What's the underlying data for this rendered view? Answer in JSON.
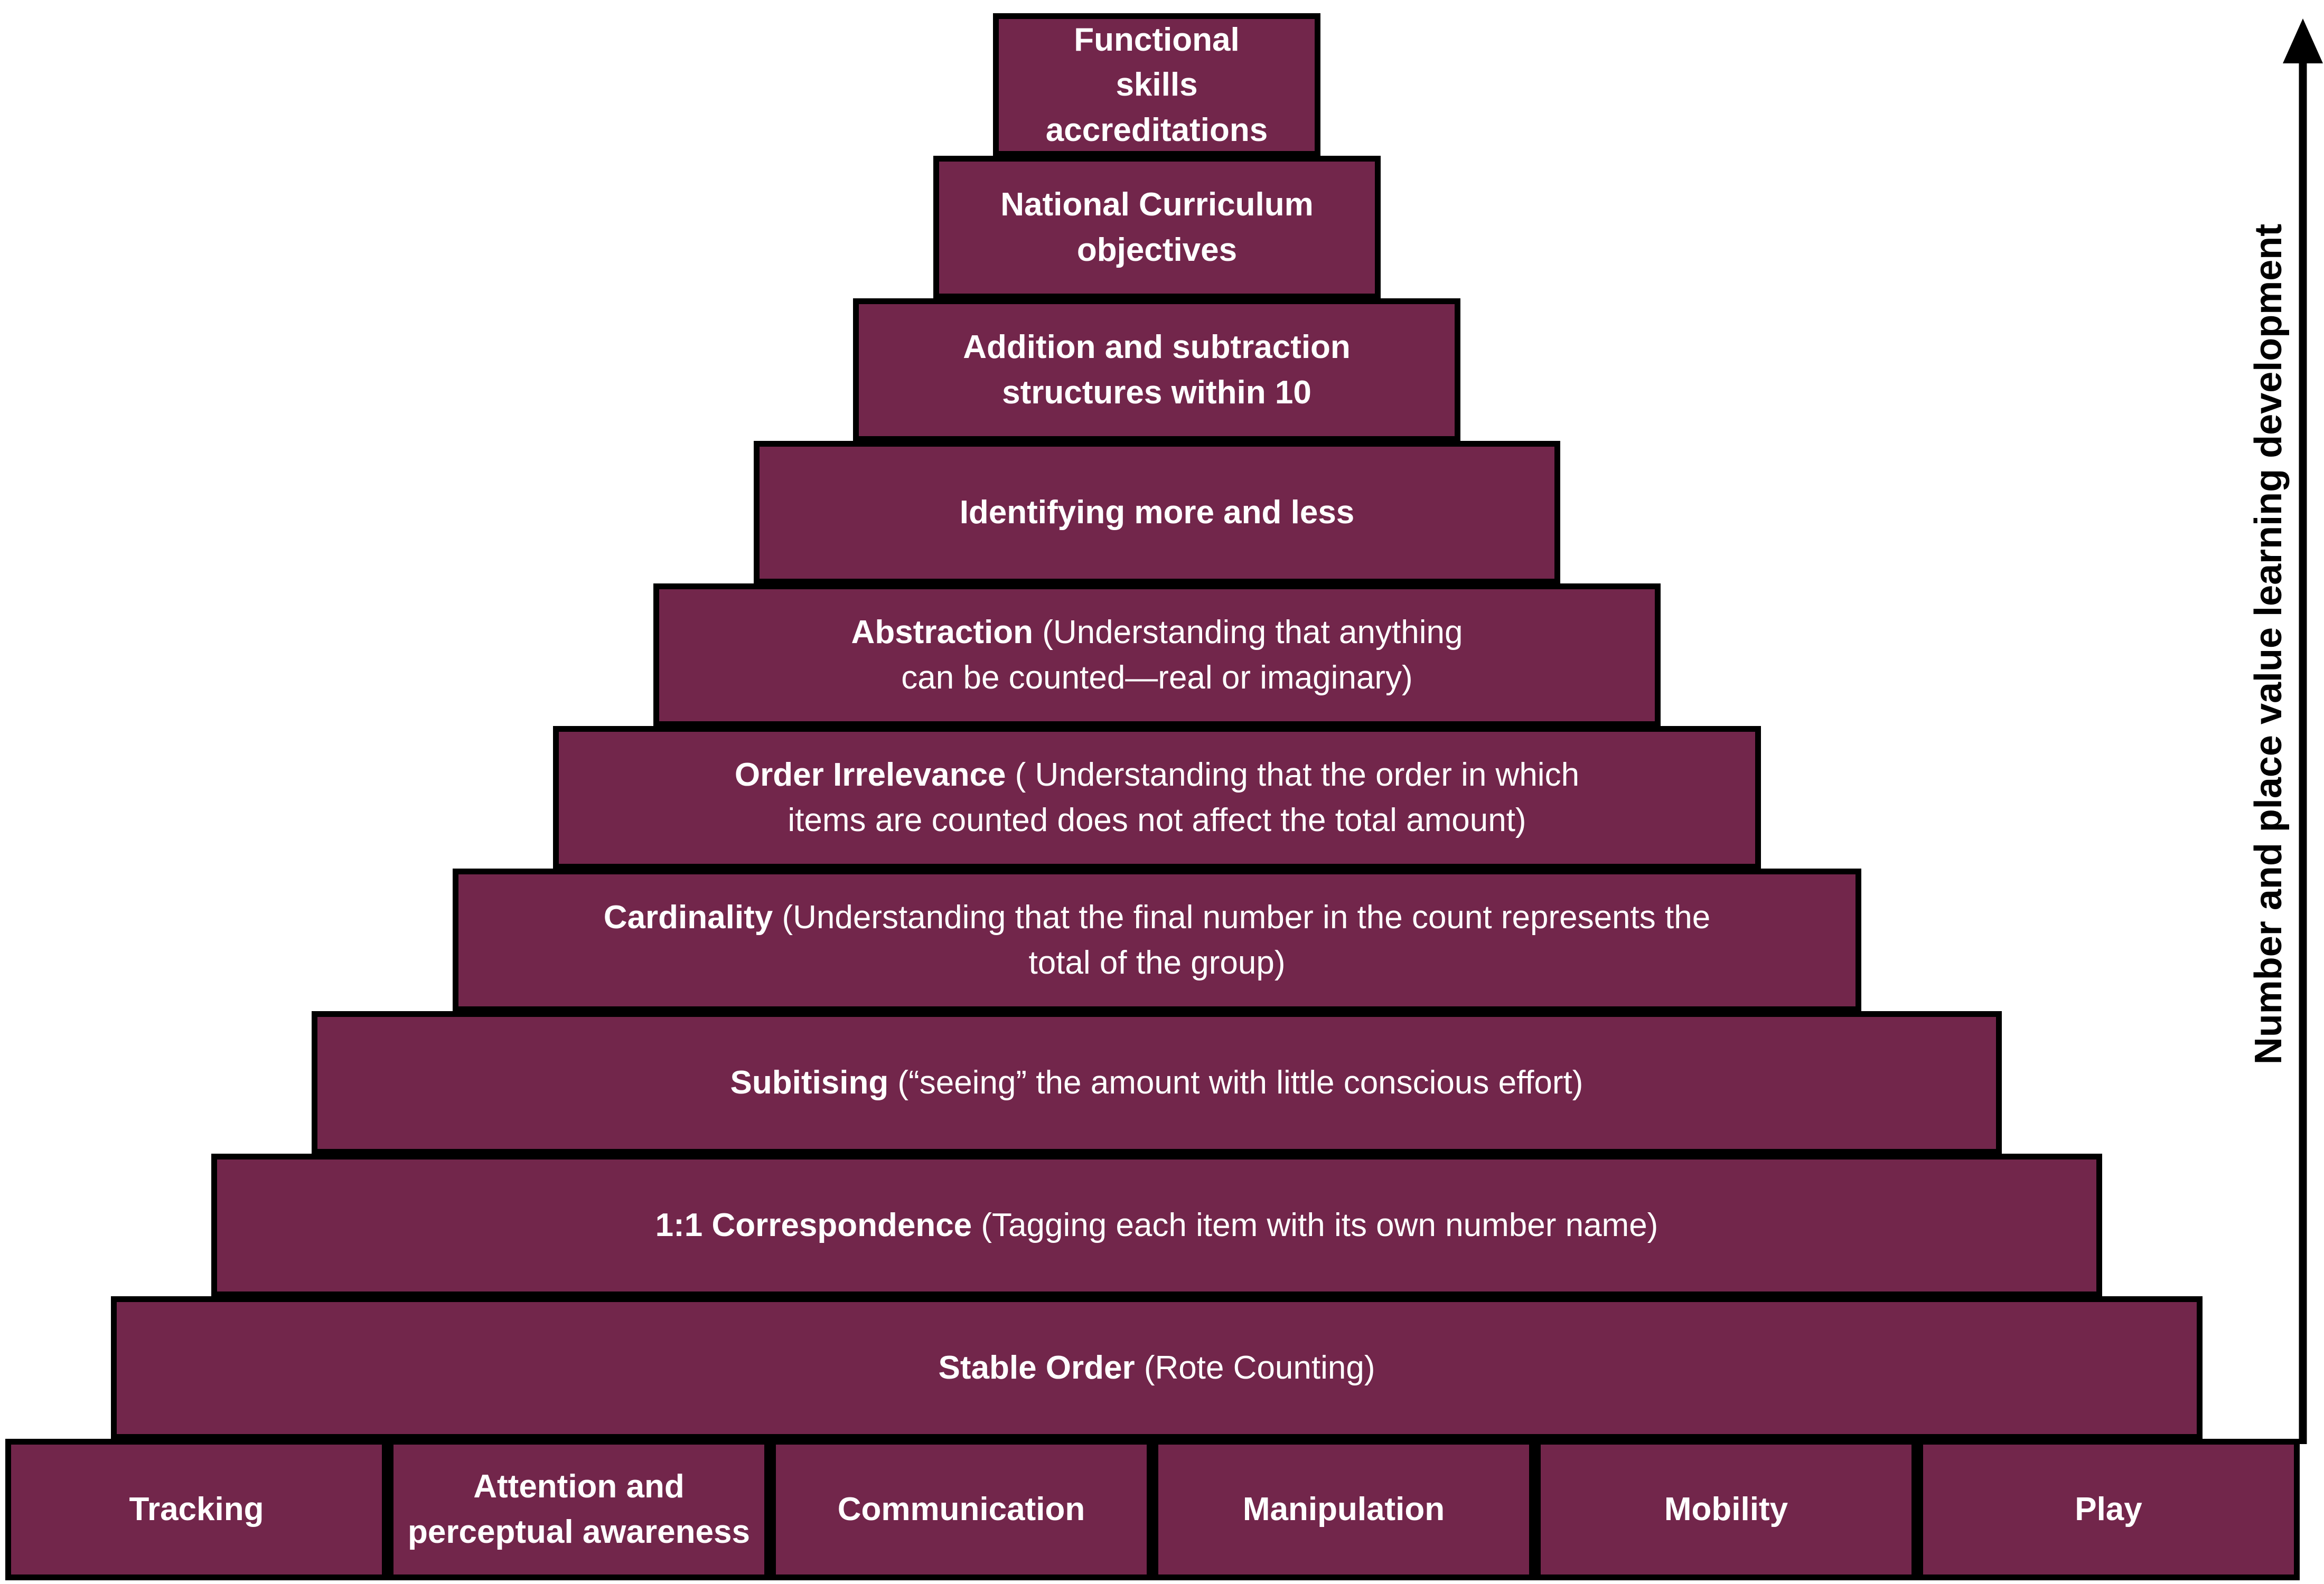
{
  "colors": {
    "block_fill": "#72264b",
    "block_border": "#000000",
    "block_text": "#ffffff",
    "arrow": "#000000"
  },
  "pyramid_levels": [
    {
      "bold": "Functional skills accreditations",
      "normal": ""
    },
    {
      "bold": "National Curriculum objectives",
      "normal": ""
    },
    {
      "bold": "Addition and subtraction structures within 10",
      "normal": ""
    },
    {
      "bold": "Identifying more and less",
      "normal": ""
    },
    {
      "bold": "Abstraction",
      "normal": " (Understanding that anything can be counted—real or imaginary)"
    },
    {
      "bold": "Order Irrelevance",
      "normal": " ( Understanding that the order in which items are counted does not affect the total amount)"
    },
    {
      "bold": "Cardinality",
      "normal": " (Understanding that the final number in the count represents the total of the group)"
    },
    {
      "bold": "Subitising",
      "normal": " (“seeing” the amount with little conscious effort)"
    },
    {
      "bold": "1:1 Correspondence",
      "normal": " (Tagging each item with its own number name)"
    },
    {
      "bold": "Stable Order",
      "normal": " (Rote Counting)"
    }
  ],
  "foundation": [
    "Tracking",
    "Attention and perceptual awareness",
    "Communication",
    "Manipulation",
    "Mobility",
    "Play"
  ],
  "axis_label": "Number and place value learning development"
}
